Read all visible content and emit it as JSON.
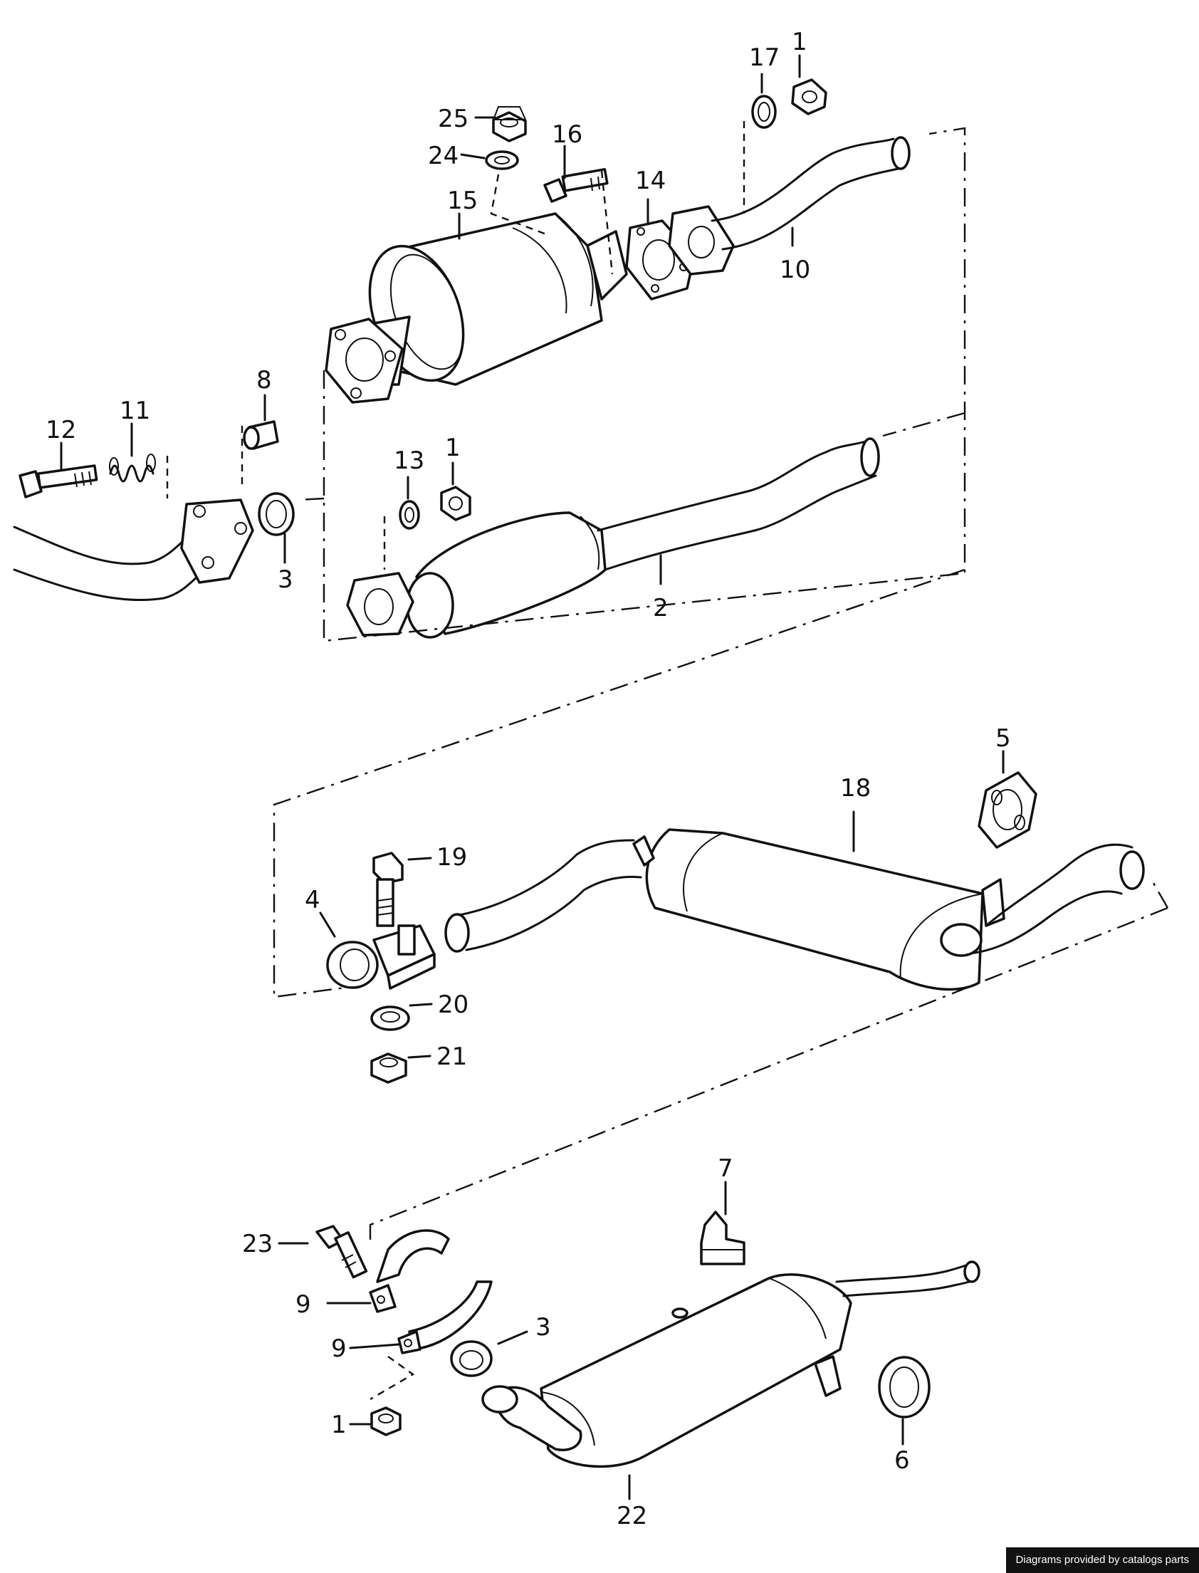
{
  "callouts": {
    "c1a": "1",
    "c17": "17",
    "c25": "25",
    "c24": "24",
    "c16": "16",
    "c15": "15",
    "c14": "14",
    "c10": "10",
    "c8": "8",
    "c12": "12",
    "c11": "11",
    "c3a": "3",
    "c13": "13",
    "c1b": "1",
    "c2": "2",
    "c5": "5",
    "c18": "18",
    "c19": "19",
    "c4": "4",
    "c20": "20",
    "c21": "21",
    "c7": "7",
    "c23": "23",
    "c9a": "9",
    "c9b": "9",
    "c3b": "3",
    "c1c": "1",
    "c6": "6",
    "c22": "22"
  },
  "footer": {
    "credit": "Diagrams provided by catalogs parts"
  }
}
